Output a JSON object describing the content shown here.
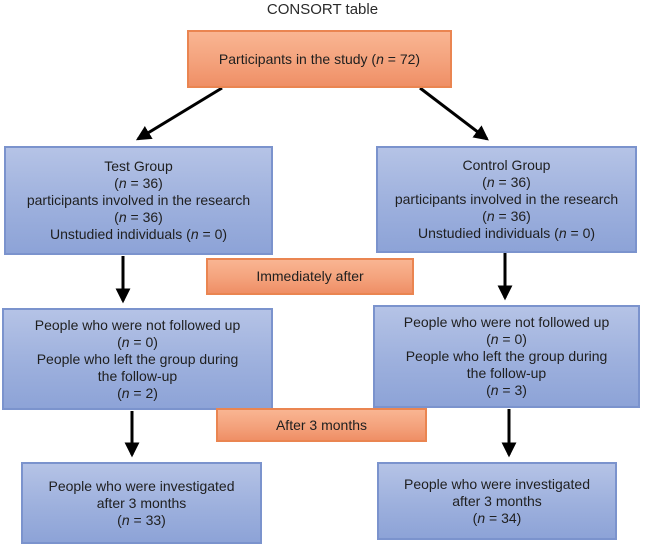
{
  "title": "CONSORT table",
  "colors": {
    "blue_fill_top": "#b5c3e6",
    "blue_fill_bottom": "#8da3d7",
    "blue_border": "#7b93cd",
    "orange_fill_top": "#f9b592",
    "orange_fill_bottom": "#ef8f66",
    "orange_border": "#ea8551",
    "arrow": "#000000",
    "text": "#1f1f1f"
  },
  "boxes": {
    "participants": {
      "lines": [
        "Participants in the study (n = 72)"
      ]
    },
    "test_group": {
      "lines": [
        "Test Group",
        "(n = 36)",
        "participants involved in the research",
        "(n = 36)",
        "Unstudied individuals (n = 0)"
      ]
    },
    "control_group": {
      "lines": [
        "Control Group",
        "(n = 36)",
        "participants involved in the research",
        "(n = 36)",
        "Unstudied individuals (n = 0)"
      ]
    },
    "immediately_after": {
      "label": "Immediately after"
    },
    "test_followup": {
      "lines": [
        "People who were not followed up",
        "(n = 0)",
        "People who left the group during",
        "the follow-up",
        "(n = 2)"
      ]
    },
    "control_followup": {
      "lines": [
        "People who were not followed up",
        "(n = 0)",
        "People who left the group during",
        "the follow-up",
        "(n = 3)"
      ]
    },
    "after_3_months": {
      "label": "After 3 months"
    },
    "test_investigated": {
      "lines": [
        "People who were investigated",
        "after 3 months",
        "(n = 33)"
      ]
    },
    "control_investigated": {
      "lines": [
        "People who were investigated",
        "after 3 months",
        "(n = 34)"
      ]
    }
  }
}
